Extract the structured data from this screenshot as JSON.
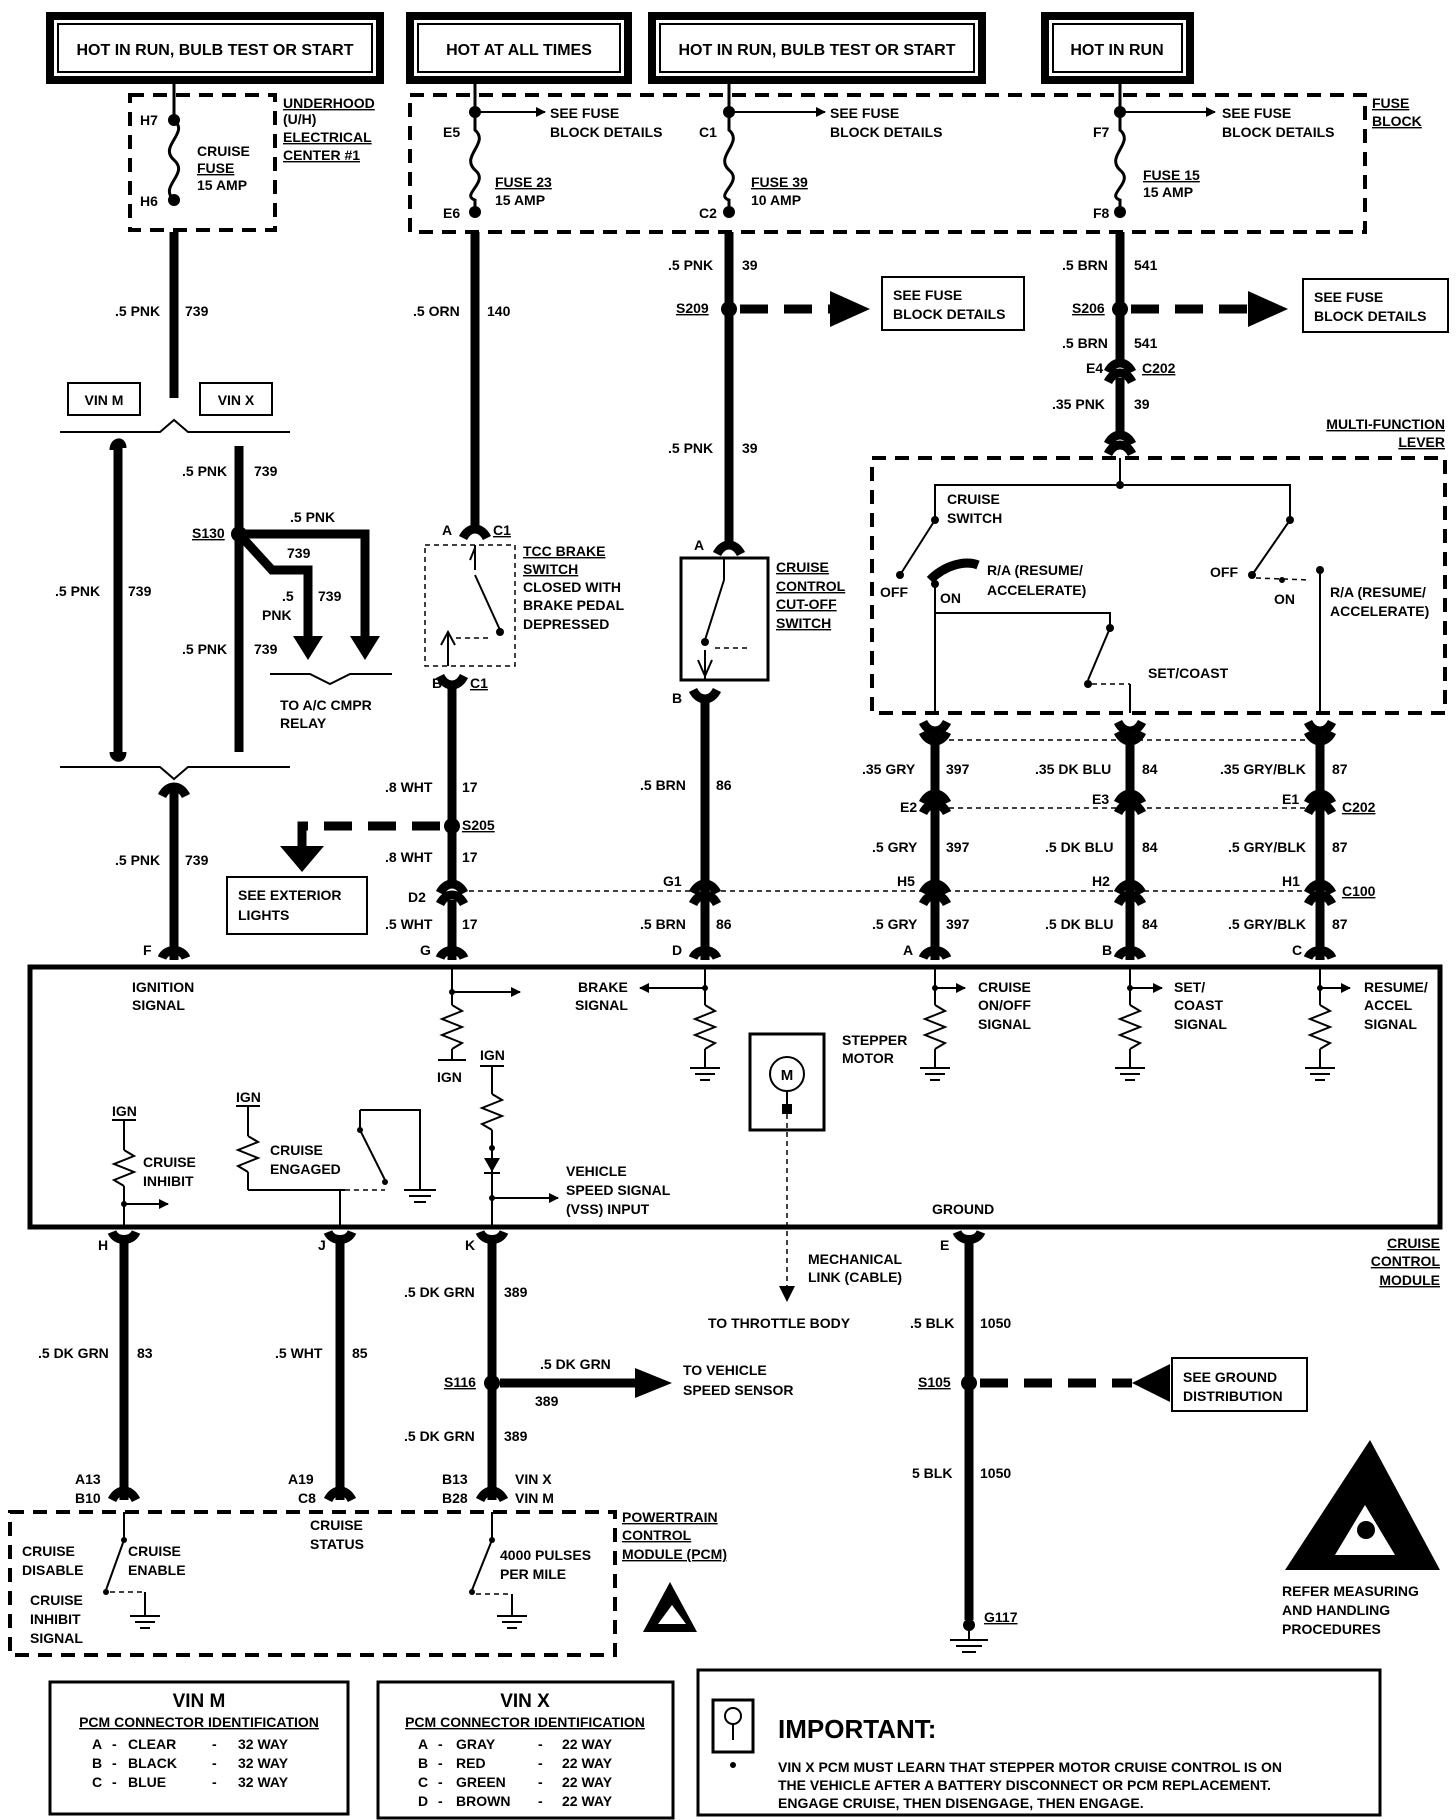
{
  "headers": {
    "h1": "HOT IN RUN, BULB TEST OR START",
    "h2": "HOT AT ALL TIMES",
    "h3": "HOT IN RUN, BULB TEST OR START",
    "h4": "HOT IN RUN"
  },
  "uh": {
    "title1": "UNDERHOOD",
    "title2": "(U/H)",
    "title3": "ELECTRICAL",
    "title4": "CENTER #1",
    "fuse1": "CRUISE",
    "fuse2": "FUSE",
    "fuse3": "15 AMP",
    "h7": "H7",
    "h6": "H6"
  },
  "fuseblock": {
    "title1": "FUSE",
    "title2": "BLOCK",
    "see1": "SEE FUSE",
    "see2": "BLOCK DETAILS",
    "e5": "E5",
    "e6": "E6",
    "c1": "C1",
    "c2": "C2",
    "f7": "F7",
    "f8": "F8",
    "f23a": "FUSE 23",
    "f23b": "15 AMP",
    "f39a": "FUSE 39",
    "f39b": "10 AMP",
    "f15a": "FUSE 15",
    "f15b": "15 AMP"
  },
  "wires": {
    "w739": ".5 PNK",
    "n739": "739",
    "w140": ".5 ORN",
    "n140": "140",
    "w39": ".5 PNK",
    "n39": "39",
    "w541": ".5 BRN",
    "n541": "541",
    "w39b": ".35 PNK",
    "w17a": ".8 WHT",
    "n17": "17",
    "w17c": ".5 WHT",
    "w86": ".5 BRN",
    "n86": "86",
    "w397a": ".35 GRY",
    "w397b": ".5 GRY",
    "n397": "397",
    "w84a": ".35 DK BLU",
    "w84b": ".5 DK BLU",
    "n84": "84",
    "w87a": ".35 GRY/BLK",
    "w87b": ".5 GRY/BLK",
    "n87": "87",
    "w83": ".5 DK GRN",
    "n83": "83",
    "w85": ".5 WHT",
    "n85": "85",
    "w389": ".5 DK GRN",
    "n389": "389",
    "w1050": ".5 BLK",
    "w1050b": "5 BLK",
    "n1050": "1050",
    "pnk": "PNK",
    "five": ".5"
  },
  "splices": {
    "s209": "S209",
    "s206": "S206",
    "s130": "S130",
    "s205": "S205",
    "s116": "S116",
    "s105": "S105",
    "g117": "G117"
  },
  "connectors": {
    "e4": "E4",
    "c202": "C202",
    "c1": "C1",
    "c100": "C100",
    "e2": "E2",
    "e3": "E3",
    "e1": "E1",
    "d2": "D2",
    "g1": "G1",
    "h5": "H5",
    "h2": "H2",
    "h1": "H1",
    "f": "F",
    "g": "G",
    "d": "D",
    "a": "A",
    "b": "B",
    "c": "C",
    "h": "H",
    "j": "J",
    "k": "K",
    "e": "E",
    "a13": "A13",
    "b10": "B10",
    "a19": "A19",
    "c8": "C8",
    "b13": "B13",
    "b28": "B28",
    "vinx": "VIN X",
    "vinm": "VIN M"
  },
  "vin": {
    "m": "VIN M",
    "x": "VIN X"
  },
  "labels": {
    "seefuse1": "SEE FUSE",
    "seefuse2": "BLOCK DETAILS",
    "acrelay1": "TO A/C CMPR",
    "acrelay2": "RELAY",
    "tcc1": "TCC BRAKE",
    "tcc2": "SWITCH",
    "tcc3": "CLOSED WITH",
    "tcc4": "BRAKE PEDAL",
    "tcc5": "DEPRESSED",
    "cc1": "CRUISE",
    "cc2": "CONTROL",
    "cc3": "CUT-OFF",
    "cc4": "SWITCH",
    "mfl1": "MULTI-FUNCTION",
    "mfl2": "LEVER",
    "csw1": "CRUISE",
    "csw2": "SWITCH",
    "off": "OFF",
    "on": "ON",
    "ra1": "R/A (RESUME/",
    "ra2": "ACCELERATE)",
    "setcoast": "SET/COAST",
    "ext1": "SEE EXTERIOR",
    "ext2": "LIGHTS",
    "ign1": "IGNITION",
    "ign2": "SIGNAL",
    "brake1": "BRAKE",
    "brake2": "SIGNAL",
    "con1": "CRUISE",
    "con2": "ON/OFF",
    "con3": "SIGNAL",
    "set1": "SET/",
    "set2": "COAST",
    "set3": "SIGNAL",
    "res1": "RESUME/",
    "res2": "ACCEL",
    "res3": "SIGNAL",
    "stepper1": "STEPPER",
    "stepper2": "MOTOR",
    "m": "M",
    "ign": "IGN",
    "inhibit1": "CRUISE",
    "inhibit2": "INHIBIT",
    "engaged1": "CRUISE",
    "engaged2": "ENGAGED",
    "vss1": "VEHICLE",
    "vss2": "SPEED SIGNAL",
    "vss3": "(VSS) INPUT",
    "ground": "GROUND",
    "ccm1": "CRUISE",
    "ccm2": "CONTROL",
    "ccm3": "MODULE",
    "mech1": "MECHANICAL",
    "mech2": "LINK (CABLE)",
    "throttle": "TO THROTTLE BODY",
    "tovss1": "TO VEHICLE",
    "tovss2": "SPEED SENSOR",
    "grd1": "SEE GROUND",
    "grd2": "DISTRIBUTION",
    "pcm1": "POWERTRAIN",
    "pcm2": "CONTROL",
    "pcm3": "MODULE (PCM)",
    "cdis1": "CRUISE",
    "cdis2": "DISABLE",
    "cen1": "CRUISE",
    "cen2": "ENABLE",
    "cinh1": "CRUISE",
    "cinh2": "INHIBIT",
    "cinh3": "SIGNAL",
    "cstat1": "CRUISE",
    "cstat2": "STATUS",
    "pulse1": "4000 PULSES",
    "pulse2": "PER MILE",
    "refer1": "REFER MEASURING",
    "refer2": "AND HANDLING",
    "refer3": "PROCEDURES"
  },
  "tables": {
    "m": {
      "title": "VIN M",
      "subtitle": "PCM CONNECTOR IDENTIFICATION",
      "rows": [
        [
          "A",
          "-",
          "CLEAR",
          "-",
          "32 WAY"
        ],
        [
          "B",
          "-",
          "BLACK",
          "-",
          "32 WAY"
        ],
        [
          "C",
          "-",
          "BLUE",
          "-",
          "32 WAY"
        ]
      ]
    },
    "x": {
      "title": "VIN X",
      "subtitle": "PCM CONNECTOR IDENTIFICATION",
      "rows": [
        [
          "A",
          "-",
          "GRAY",
          "-",
          "22 WAY"
        ],
        [
          "B",
          "-",
          "RED",
          "-",
          "22 WAY"
        ],
        [
          "C",
          "-",
          "GREEN",
          "-",
          "22 WAY"
        ],
        [
          "D",
          "-",
          "BROWN",
          "-",
          "22 WAY"
        ]
      ]
    }
  },
  "important": {
    "title": "IMPORTANT:",
    "line1": "VIN X PCM MUST LEARN THAT STEPPER MOTOR CRUISE CONTROL IS ON",
    "line2": "THE VEHICLE AFTER A BATTERY DISCONNECT OR PCM REPLACEMENT.",
    "line3": "ENGAGE CRUISE, THEN DISENGAGE, THEN ENGAGE."
  }
}
